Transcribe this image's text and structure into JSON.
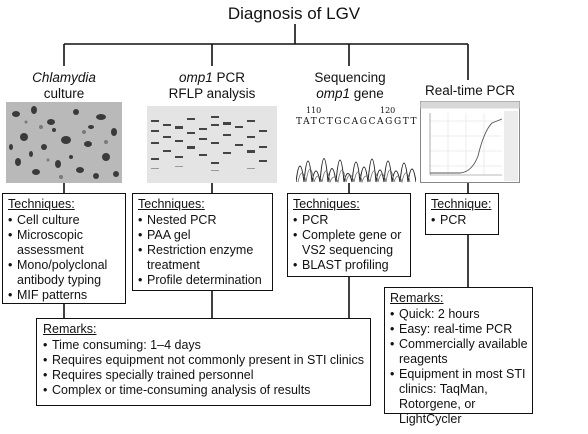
{
  "title": "Diagnosis of LGV",
  "columns": [
    {
      "heading_lines": [
        {
          "em": "Chlamydia",
          "rest": ""
        },
        {
          "em": "",
          "rest": "culture"
        }
      ],
      "image": "culture-micrograph",
      "box": {
        "title": "Techniques",
        "items": [
          "Cell culture",
          "Microscopic assessment",
          "Mono/polyclonal antibody typing",
          "MIF patterns"
        ]
      }
    },
    {
      "heading_lines": [
        {
          "em": "omp1",
          "rest": " PCR"
        },
        {
          "em": "",
          "rest": "RFLP analysis"
        }
      ],
      "image": "gel-electrophoresis",
      "box": {
        "title": "Techniques",
        "items": [
          "Nested PCR",
          "PAA gel",
          "Restriction enzyme treatment",
          "Profile determination"
        ]
      }
    },
    {
      "heading_lines": [
        {
          "em": "",
          "rest": "Sequencing"
        },
        {
          "em": "omp1",
          "rest": " gene"
        }
      ],
      "image": "sequencing-chromatogram",
      "chromatogram": {
        "pos_left": "110",
        "pos_right": "120",
        "sequence": "TATCTGCAGCAGGTT"
      },
      "box": {
        "title": "Techniques",
        "items": [
          "PCR",
          "Complete gene or VS2 sequencing",
          "BLAST profiling"
        ]
      }
    },
    {
      "heading_lines": [
        {
          "em": "",
          "rest": "Real-time PCR"
        }
      ],
      "image": "amplification-curve",
      "box": {
        "title": "Technique",
        "items": [
          "PCR"
        ]
      }
    }
  ],
  "remarks_main": {
    "title": "Remarks",
    "items": [
      "Time consuming: 1–4 days",
      "Requires equipment not commonly present in STI clinics",
      "Requires specially trained personnel",
      "Complex or time-consuming analysis of results"
    ]
  },
  "remarks_realtime": {
    "title": "Remarks",
    "items": [
      "Quick: 2 hours",
      "Easy: real-time PCR",
      "Commercially available reagents",
      "Equipment in most STI clinics: TaqMan, Rotorgene, or LightCycler"
    ]
  },
  "colors": {
    "line": "#111111",
    "background": "#ffffff",
    "image_gray": "#9a9a9a"
  }
}
